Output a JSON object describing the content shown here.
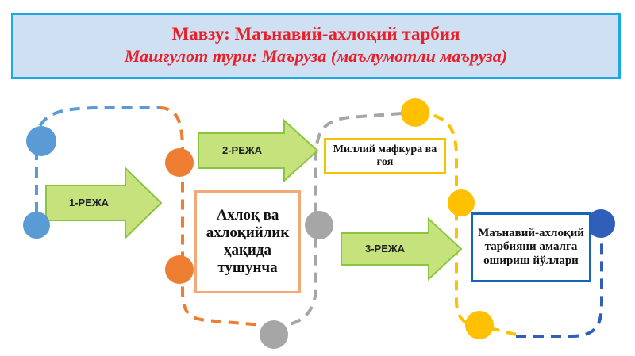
{
  "header": {
    "topic": "Мавзу: Маънавий-ахлоқий тарбия",
    "lesson_type": "Машғулот тури: Маъруза (маълумотли маъруза)"
  },
  "plans": {
    "plan1": "1-РЕЖА",
    "plan2": "2-РЕЖА",
    "plan3": "3-РЕЖА"
  },
  "boxes": {
    "concept": "Ахлоқ ва ахлоқийлик ҳақида тушунча",
    "ideology": "Миллий мафкура ва ғоя",
    "methods": "Маънавий-ахлоқий тарбияни амалга ошириш йўллари"
  },
  "colors": {
    "title_text": "#e8202a",
    "title_bg": "#cfe0f3",
    "title_border": "#1aa8e6",
    "arrow_fill": "#c5e27c",
    "arrow_stroke": "#8bc43f",
    "blue_dot": "#5b9bd5",
    "orange_dot": "#ed7d31",
    "gray_dot": "#a6a6a6",
    "yellow_dot": "#ffc000",
    "dark_blue_dot": "#2f5fb8"
  }
}
